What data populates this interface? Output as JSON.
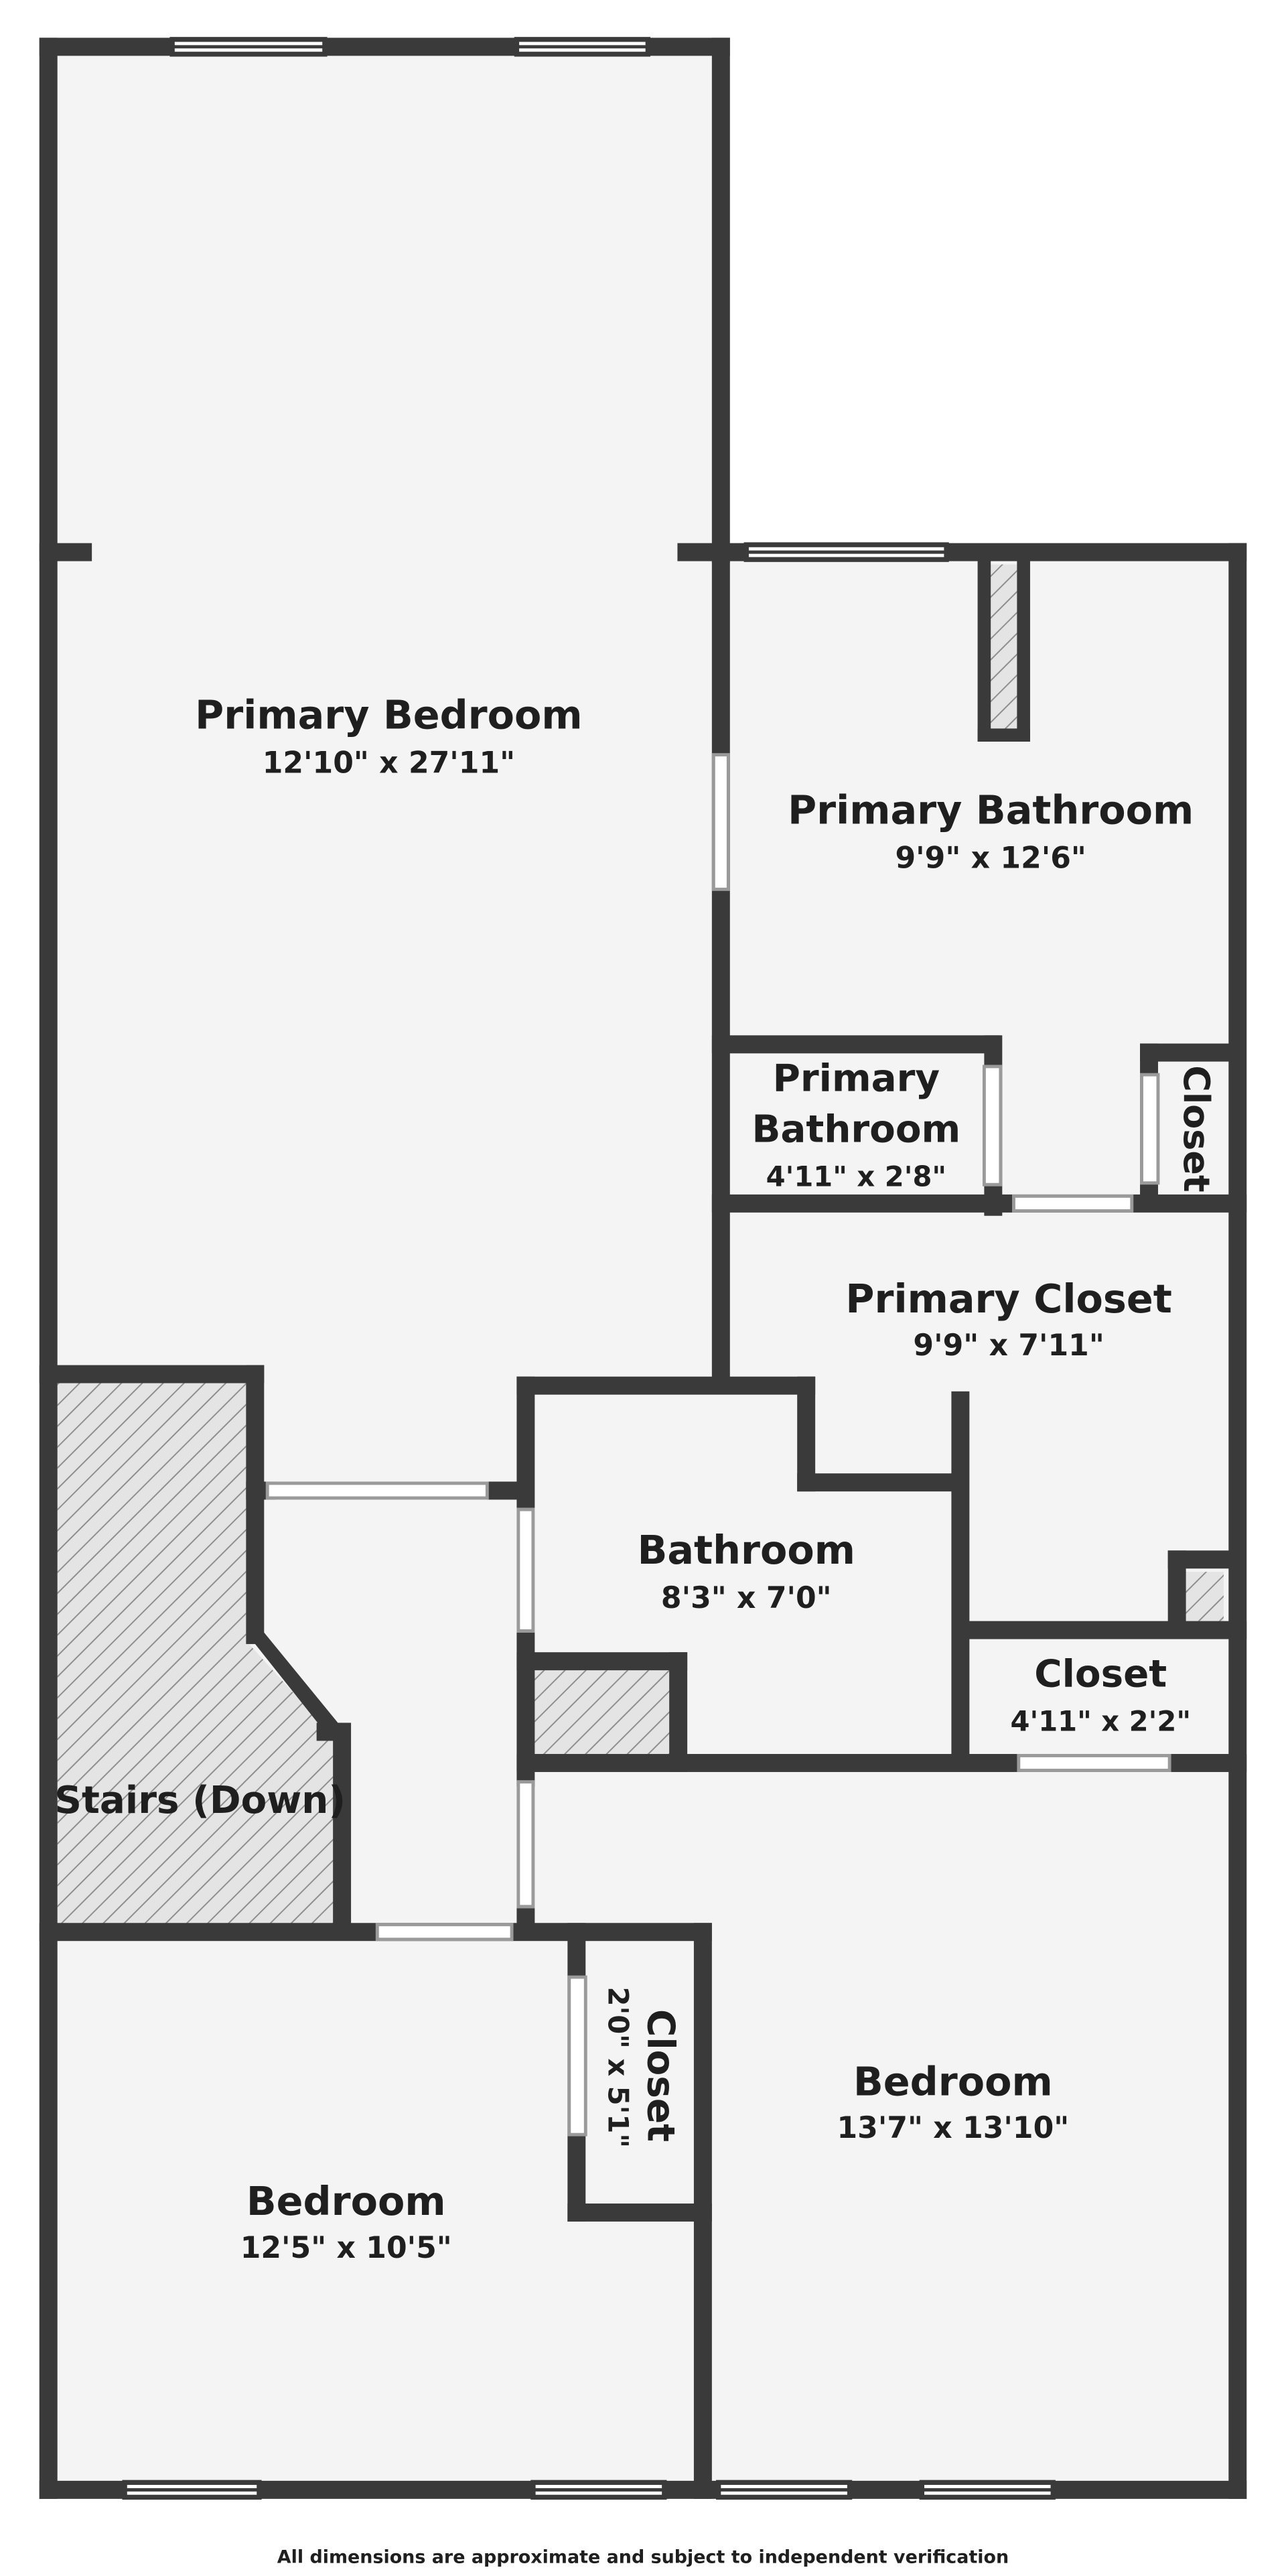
{
  "rooms": {
    "primary_bedroom": {
      "name": "Primary Bedroom",
      "dims": "12'10\" x 27'11\""
    },
    "primary_bathroom": {
      "name": "Primary Bathroom",
      "dims": "9'9\" x 12'6\""
    },
    "primary_bathroom_small": {
      "name_line1": "Primary",
      "name_line2": "Bathroom",
      "dims": "4'11\" x 2'8\""
    },
    "closet_upper": {
      "name": "Closet"
    },
    "primary_closet": {
      "name": "Primary Closet",
      "dims": "9'9\" x 7'11\""
    },
    "bathroom": {
      "name": "Bathroom",
      "dims": "8'3\" x 7'0\""
    },
    "closet_middle": {
      "name": "Closet",
      "dims": "4'11\" x 2'2\""
    },
    "stairs": {
      "name": "Stairs (Down)"
    },
    "closet_vertical": {
      "name": "Closet",
      "dims": "2'0\" x 5'1\""
    },
    "bedroom_right": {
      "name": "Bedroom",
      "dims": "13'7\" x 13'10\""
    },
    "bedroom_left": {
      "name": "Bedroom",
      "dims": "12'5\" x 10'5\""
    }
  },
  "footer": "All dimensions are approximate and subject to independent verification",
  "colors": {
    "wall": "#3a3a3a",
    "floor": "#f4f4f4",
    "hatch": "#9a9a9a"
  }
}
